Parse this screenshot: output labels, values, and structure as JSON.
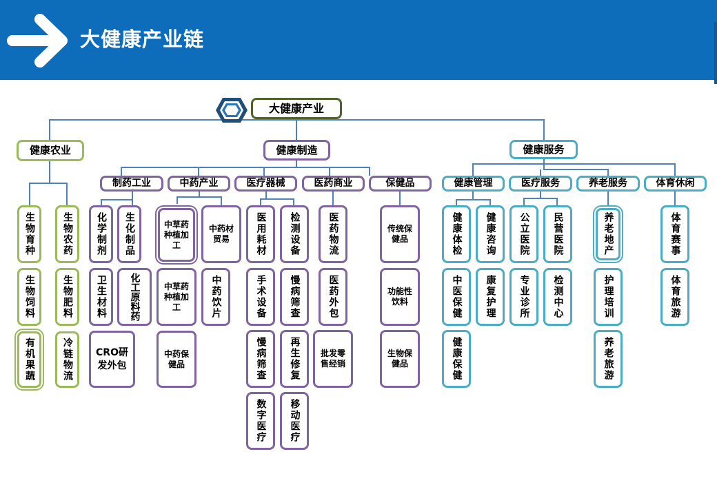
{
  "header": {
    "title": "大健康产业链",
    "icon": "arrow-right-icon"
  },
  "colors": {
    "header_bg": "#0d6dbb",
    "line": "#4f81bd",
    "agriculture": "#9bbb59",
    "manufacturing": "#8064a2",
    "service": "#4bacc6",
    "root": "#4f6228",
    "hex": "#1f4e79"
  },
  "root": {
    "label": "大健康产业",
    "icon": "hexagon-icon"
  },
  "agriculture": {
    "label": "健康农业",
    "items": [
      "生物育种",
      "生物农药",
      "生物饲料",
      "生物肥料",
      "有机果蔬",
      "冷链物流"
    ]
  },
  "manufacturing": {
    "label": "健康制造",
    "groups": [
      {
        "label": "制药工业",
        "items": [
          "化学制剂",
          "生化制品",
          "卫生材料",
          "化工原料药",
          "CRO研发外包"
        ]
      },
      {
        "label": "中药产业",
        "items": [
          "中草药种植加工",
          "中药材贸易",
          "中草药种植加工",
          "中药饮片",
          "中药保健品"
        ]
      },
      {
        "label": "医疗器械",
        "items": [
          "医用耗材",
          "检测设备",
          "手术设备",
          "慢病筛查",
          "慢病筛查",
          "再生修复",
          "数字医疗",
          "移动医疗"
        ]
      },
      {
        "label": "医药商业",
        "items": [
          "医药物流",
          "医药外包",
          "批发零售经销"
        ]
      },
      {
        "label": "保健品",
        "items": [
          "传统保健品",
          "功能性饮料",
          "生物保健品"
        ]
      }
    ]
  },
  "service": {
    "label": "健康服务",
    "groups": [
      {
        "label": "健康管理",
        "items": [
          "健康体检",
          "健康咨询",
          "中医保健",
          "康复护理",
          "健康保健"
        ]
      },
      {
        "label": "医疗服务",
        "items": [
          "公立医院",
          "民营医院",
          "专业诊所",
          "检测中心"
        ]
      },
      {
        "label": "养老服务",
        "items": [
          "养老地产",
          "护理培训",
          "养老旅游"
        ]
      },
      {
        "label": "体育休闲",
        "items": [
          "体育赛事",
          "体育旅游"
        ]
      }
    ]
  }
}
